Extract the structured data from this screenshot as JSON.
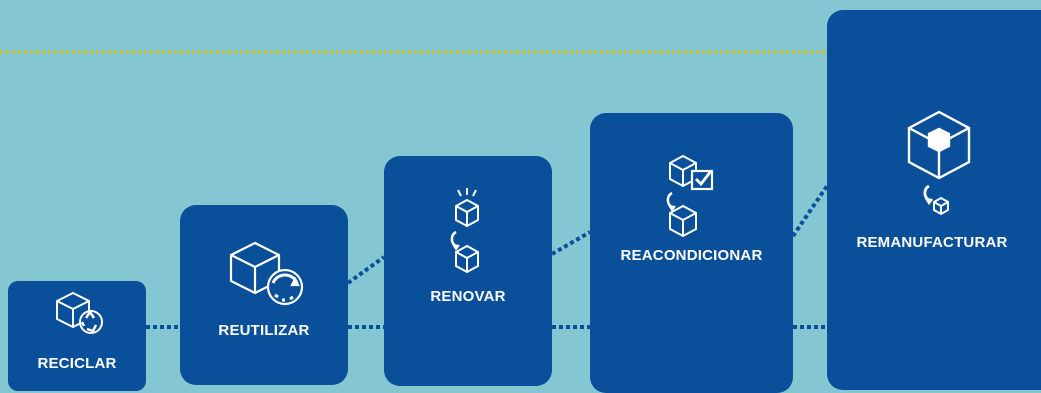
{
  "steps": [
    {
      "id": "reciclar",
      "label": "RECICLAR",
      "icon": "box-recycle-icon"
    },
    {
      "id": "reutilizar",
      "label": "REUTILIZAR",
      "icon": "box-reuse-cycle-icon"
    },
    {
      "id": "renovar",
      "label": "RENOVAR",
      "icon": "box-renew-icon"
    },
    {
      "id": "reacondicionar",
      "label": "REACONDICIONAR",
      "icon": "box-check-icon"
    },
    {
      "id": "remanufacturar",
      "label": "REMANUFACTURAR",
      "icon": "box-remanufacture-icon"
    }
  ],
  "colors": {
    "background": "#84c7d3",
    "box": "#0a4f9a",
    "text": "#ffffff",
    "dotted_line": "#c9c62e",
    "connector": "#0a4f9a"
  }
}
